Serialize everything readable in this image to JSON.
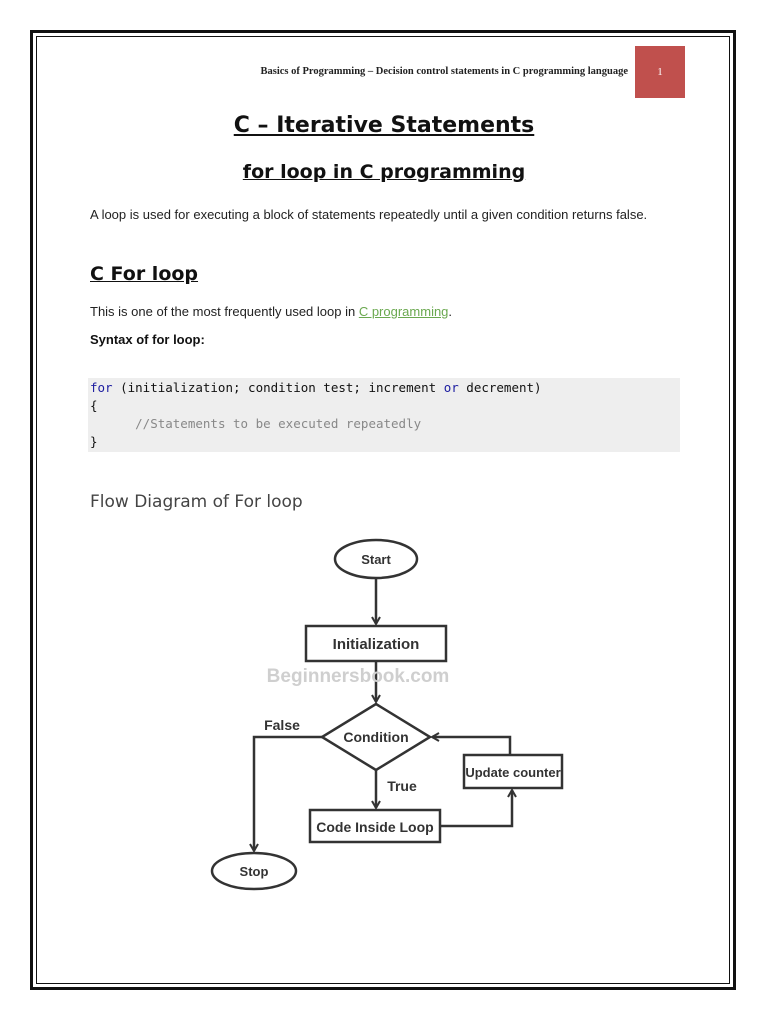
{
  "header": {
    "text": "Basics of Programming – Decision control statements in C programming language",
    "page_number": "1"
  },
  "titles": {
    "main": "C – Iterative Statements",
    "sub": "for loop in C programming"
  },
  "intro": "A loop is used for executing a block of statements repeatedly until a given condition returns false.",
  "for_loop": {
    "heading": "C For loop",
    "used_prefix": "This is one of the most frequently used loop in ",
    "used_link": "C programming",
    "used_suffix": ".",
    "syntax_label": "Syntax of for loop:"
  },
  "code": {
    "kw_for": "for",
    "line1_mid": " (initialization; condition test; increment ",
    "kw_or": "or",
    "line1_end": " decrement)",
    "line2": "{",
    "comment": "//Statements to be executed repeatedly",
    "line4": "}"
  },
  "flow": {
    "heading": "Flow Diagram of For loop",
    "start": "Start",
    "initialization": "Initialization",
    "watermark": "Beginnersbook.com",
    "condition": "Condition",
    "false_label": "False",
    "true_label": "True",
    "update": "Update counter",
    "code_inside": "Code Inside Loop",
    "stop": "Stop"
  }
}
